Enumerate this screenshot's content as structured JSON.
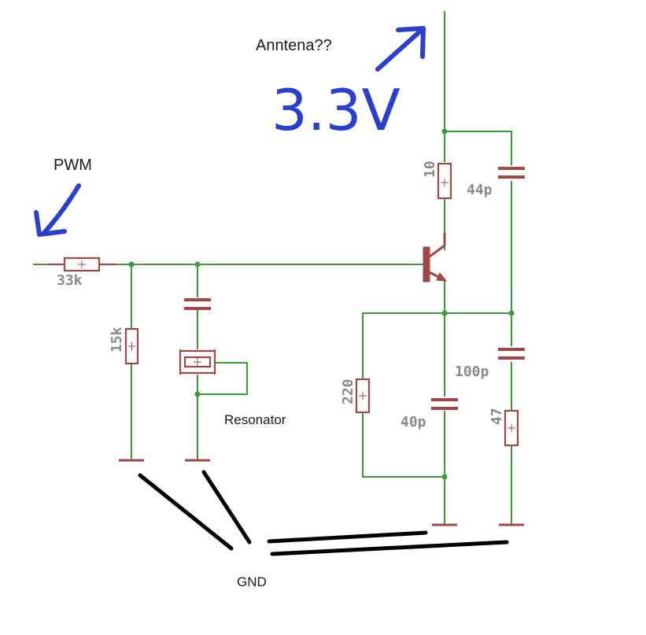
{
  "labels": {
    "antenna": "Anntena??",
    "supply": "3.3V",
    "pwm": "PWM",
    "resonator": "Resonator",
    "gnd": "GND"
  },
  "components": {
    "r_input": "33k",
    "r_bias": "15k",
    "r_collector": "10",
    "c_collector": "44p",
    "r_emitter": "220",
    "c_emitter": "40p",
    "c_feedback": "100p",
    "r_feedback": "47"
  },
  "colors": {
    "wire": "#3c9a3c",
    "part": "#a04848",
    "annotation_ink": "#2b3fcf",
    "gnd_marker": "#000000"
  }
}
